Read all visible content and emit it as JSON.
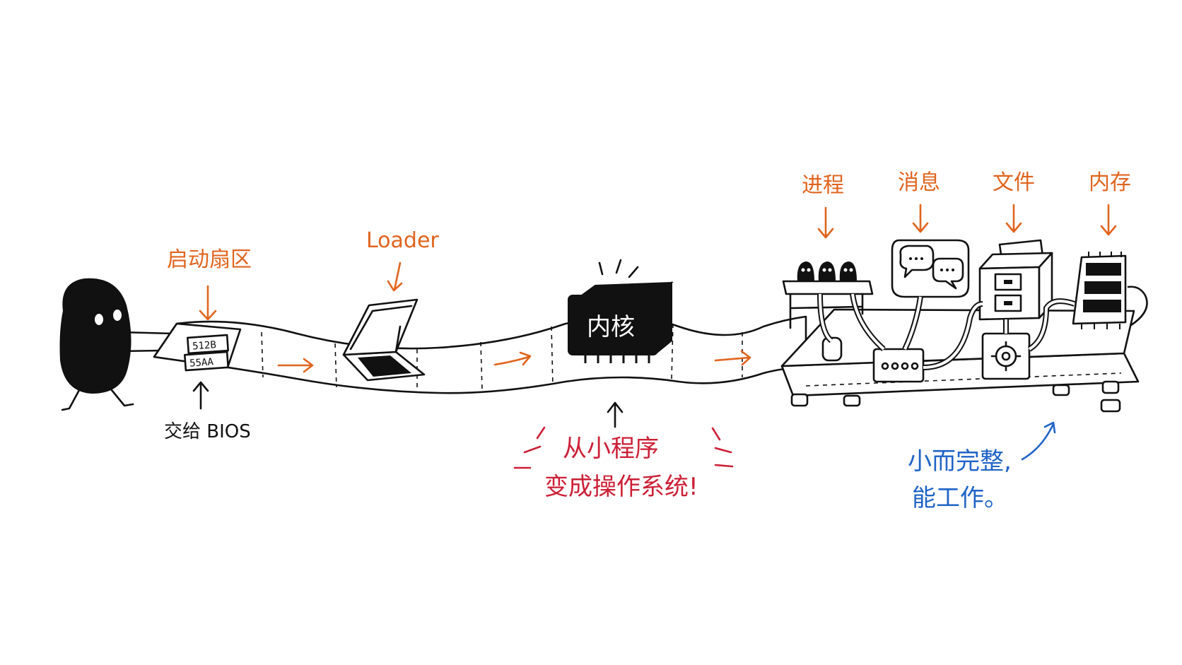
{
  "labels": {
    "boot_sector": "启动扇区",
    "handoff_bios": "交给 BIOS",
    "loader": "Loader",
    "kernel": "内核",
    "process": "进程",
    "message": "消息",
    "file": "文件",
    "memory": "内存",
    "tagline_line1": "从小程序",
    "tagline_line2": "变成操作系统!",
    "summary_line1": "小而完整,",
    "summary_line2": "能工作。",
    "sector_size": "512B",
    "signature": "55AA"
  },
  "colors": {
    "accent_orange": "#e0641e",
    "accent_red": "#cc1f36",
    "accent_blue": "#1f63c6",
    "ink": "#111111"
  }
}
